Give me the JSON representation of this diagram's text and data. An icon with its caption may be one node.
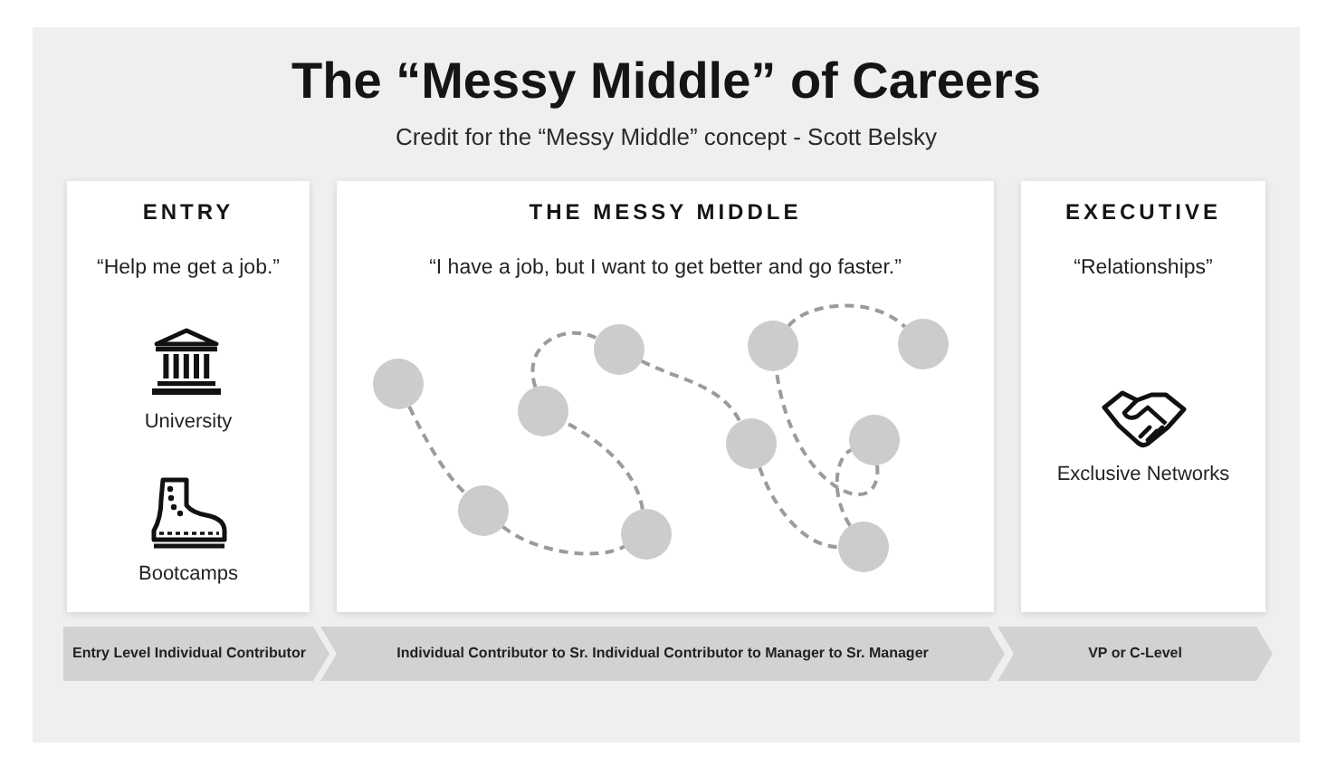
{
  "diagram": {
    "title": "The “Messy Middle” of Careers",
    "nodes": [
      {
        "text": [
          "ENTRY",
          "“Help me get a job.”",
          "University",
          "Bootcamps"
        ]
      },
      {
        "text": [
          "THE MESSY MIDDLE",
          "“I have a job, but I want to get better and go faster.”"
        ]
      },
      {
        "text": [],
        "shape": "circle",
        "in": 1
      },
      {
        "text": [],
        "shape": "circle",
        "in": 1
      },
      {
        "text": [],
        "shape": "circle",
        "in": 1
      },
      {
        "text": [],
        "shape": "circle",
        "in": 1
      },
      {
        "text": [],
        "shape": "circle",
        "in": 1
      },
      {
        "text": [],
        "shape": "circle",
        "in": 1
      },
      {
        "text": [],
        "shape": "circle",
        "in": 1
      },
      {
        "text": [],
        "shape": "circle",
        "in": 1
      },
      {
        "text": [],
        "shape": "circle",
        "in": 1
      },
      {
        "text": [],
        "shape": "circle",
        "in": 1
      },
      {
        "text": [
          "EXECUTIVE",
          "“Relationships”",
          "Exclusive Networks"
        ]
      },
      {
        "text": [
          "Entry Level Individual Contributor"
        ]
      },
      {
        "text": [
          "Individual Contributor to Sr. Individual Contributor to Manager to Sr. Manager"
        ]
      },
      {
        "text": [
          "VP or C-Level"
        ]
      }
    ],
    "edges": [
      {
        "from": 2,
        "to": 3,
        "arrow": "none",
        "style": "dashed"
      },
      {
        "from": 3,
        "to": 4,
        "arrow": "none",
        "style": "dashed"
      },
      {
        "from": 4,
        "to": 5,
        "arrow": "none",
        "style": "dashed"
      },
      {
        "from": 5,
        "to": 6,
        "arrow": "none",
        "style": "dashed"
      },
      {
        "from": 6,
        "to": 7,
        "arrow": "none",
        "style": "dashed"
      },
      {
        "from": 7,
        "to": 8,
        "arrow": "none",
        "style": "dashed"
      },
      {
        "from": 8,
        "to": 9,
        "arrow": "none",
        "style": "dashed"
      },
      {
        "from": 9,
        "to": 10,
        "arrow": "none",
        "style": "dashed"
      },
      {
        "from": 10,
        "to": 11,
        "arrow": "none",
        "style": "dashed"
      }
    ],
    "labels": [
      "Credit for the “Messy Middle” concept - Scott Belsky"
    ]
  }
}
